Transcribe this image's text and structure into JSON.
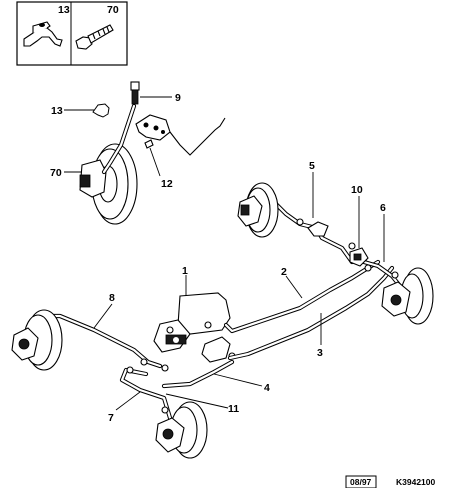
{
  "inset": {
    "items": [
      {
        "number": "13",
        "part": "clip"
      },
      {
        "number": "70",
        "part": "bolt"
      }
    ]
  },
  "callouts": [
    "1",
    "2",
    "3",
    "4",
    "5",
    "6",
    "7",
    "8",
    "9",
    "10",
    "11",
    "12",
    "13",
    "70"
  ],
  "footer": {
    "date_code": "08/97",
    "reference": "K3942100"
  }
}
